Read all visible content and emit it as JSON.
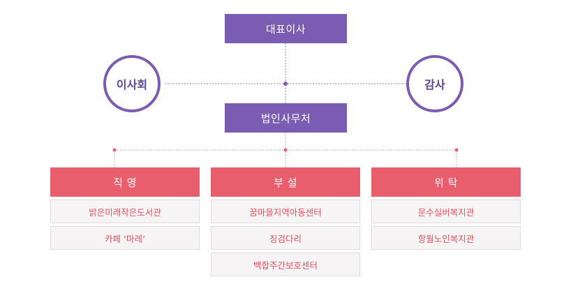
{
  "top": {
    "label": "대표이사"
  },
  "left_circle": {
    "label": "이사회"
  },
  "right_circle": {
    "label": "감사"
  },
  "office": {
    "label": "법인사무처"
  },
  "colors": {
    "purple": "#7a5cb2",
    "pink": "#e85e6d",
    "sub_text": "#e8505f",
    "sub_bg": "#f6f4f4"
  },
  "departments": [
    {
      "label": "직 영",
      "items": [
        "밝은미래작은도서관",
        "카페 ‘마레’"
      ]
    },
    {
      "label": "부 설",
      "items": [
        "꿈마을지역아동센터",
        "징검다리",
        "백합주간보호센터"
      ]
    },
    {
      "label": "위 탁",
      "items": [
        "문수실버복지관",
        "항월노인복지관"
      ]
    }
  ]
}
